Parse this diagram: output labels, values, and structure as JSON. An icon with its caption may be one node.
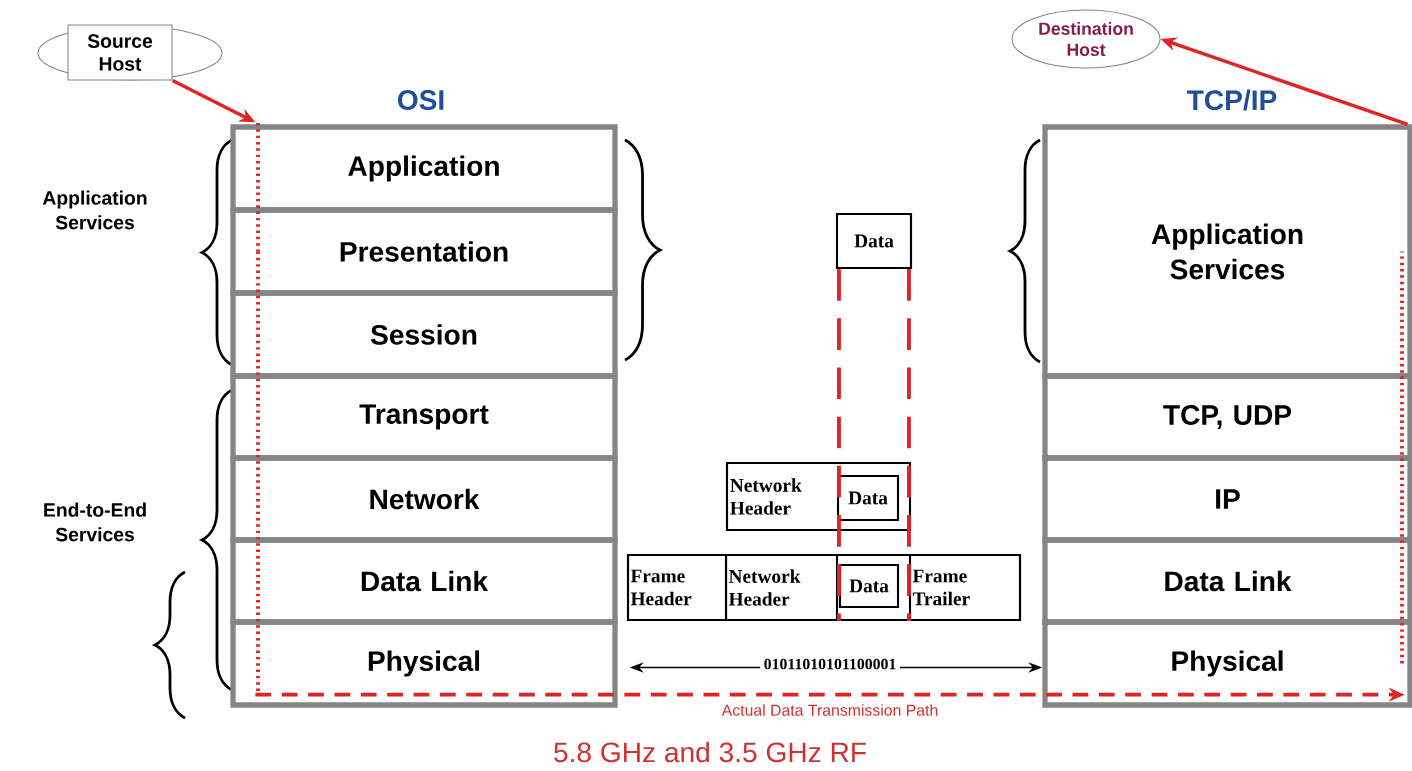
{
  "diagram": {
    "nodes": [
      {
        "text": [
          "Source Host"
        ]
      },
      {
        "text": [
          "Destination Host"
        ]
      },
      {
        "text": [
          "Application"
        ]
      },
      {
        "text": [
          "Presentation"
        ]
      },
      {
        "text": [
          "Session"
        ]
      },
      {
        "text": [
          "Transport"
        ]
      },
      {
        "text": [
          "Network"
        ]
      },
      {
        "text": [
          "Data Link"
        ]
      },
      {
        "text": [
          "Physical"
        ]
      },
      {
        "text": [
          "Application Services"
        ]
      },
      {
        "text": [
          "TCP, UDP"
        ]
      },
      {
        "text": [
          "IP"
        ]
      },
      {
        "text": [
          "Data Link"
        ]
      },
      {
        "text": [
          "Physical"
        ]
      },
      {
        "text": [
          "Data"
        ]
      },
      {
        "text": [
          "Network Header"
        ]
      },
      {
        "text": [
          "Data"
        ],
        "in": 15
      },
      {
        "text": [],
        "shape": "box"
      },
      {
        "text": [
          "Frame Header"
        ],
        "in": 17
      },
      {
        "text": [
          "Network Header"
        ],
        "in": 17
      },
      {
        "text": [
          "Data"
        ],
        "in": 17
      },
      {
        "text": [
          "Frame Trailer"
        ],
        "in": 17
      }
    ],
    "edges": [
      {
        "from": 0,
        "to": 2,
        "arrow": "to"
      },
      {
        "from": 2,
        "to": 3,
        "arrow": "none",
        "style": "dashed"
      },
      {
        "from": 3,
        "to": 4,
        "arrow": "none",
        "style": "dashed"
      },
      {
        "from": 4,
        "to": 5,
        "arrow": "none",
        "style": "dashed"
      },
      {
        "from": 5,
        "to": 6,
        "arrow": "none",
        "style": "dashed"
      },
      {
        "from": 6,
        "to": 7,
        "arrow": "none",
        "style": "dashed"
      },
      {
        "from": 7,
        "to": 8,
        "arrow": "none",
        "style": "dashed"
      },
      {
        "from": 8,
        "to": 13,
        "arrow": "to",
        "style": "dashed",
        "label": "Actual Data Transmission Path"
      },
      {
        "from": 13,
        "to": 12,
        "arrow": "none",
        "style": "dashed"
      },
      {
        "from": 12,
        "to": 11,
        "arrow": "none",
        "style": "dashed"
      },
      {
        "from": 11,
        "to": 10,
        "arrow": "none",
        "style": "dashed"
      },
      {
        "from": 10,
        "to": 9,
        "arrow": "none",
        "style": "dashed"
      },
      {
        "from": 9,
        "to": 1,
        "arrow": "to"
      },
      {
        "from": 8,
        "to": 13,
        "arrow": "both",
        "label": "01011010101100001",
        "color": "#000000"
      },
      {
        "from": 14,
        "to": 17,
        "arrow": "none",
        "style": "dashed"
      },
      {
        "from": 14,
        "to": 17,
        "arrow": "none",
        "style": "dashed"
      }
    ],
    "labels": [
      "OSI",
      "TCP/IP",
      "Application Services",
      "End-to-End Services",
      "5.8 GHz and 3.5 GHz RF"
    ]
  }
}
